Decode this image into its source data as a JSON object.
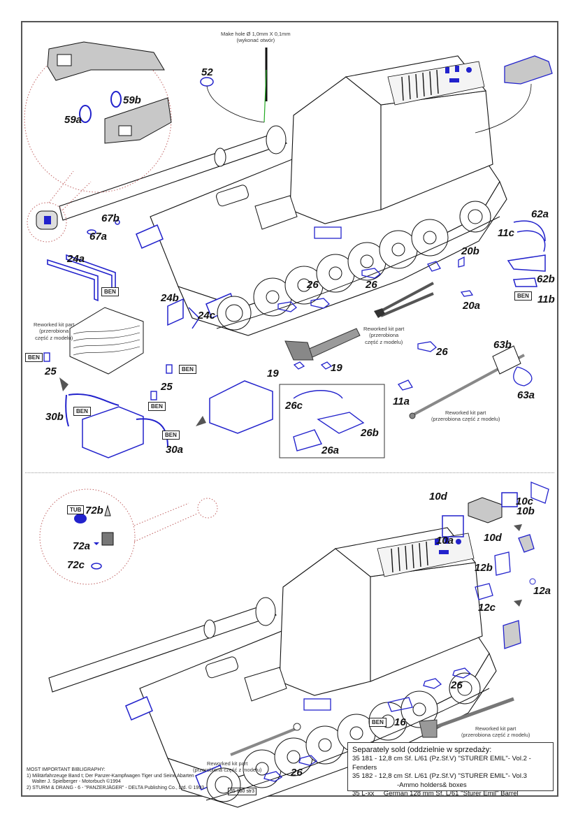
{
  "document": {
    "page_id": "35 180 str3",
    "colors": {
      "part_blue": "#2222cc",
      "outline": "#111111",
      "fill_gray": "#c8c8c8",
      "callout_red": "#c06060",
      "guide_green": "#22aa22"
    }
  },
  "top_section": {
    "hole_note": {
      "line1": "Make hole Ø 1,0mm X 0,1mm",
      "line2": "(wykonać otwór)"
    },
    "part_labels": {
      "p52": "52",
      "p59a": "59a",
      "p59b": "59b",
      "p67a": "67a",
      "p67b": "67b",
      "p24a": "24a",
      "p24b": "24b",
      "p24c": "24c",
      "p25_left": "25",
      "p25_right": "25",
      "p30a": "30a",
      "p30b": "30b",
      "p19_left": "19",
      "p19_right": "19",
      "p26_1": "26",
      "p26_2": "26",
      "p26_3": "26",
      "p26a": "26a",
      "p26b": "26b",
      "p26c": "26c",
      "p20a": "20a",
      "p20b": "20b",
      "p11a": "11a",
      "p11b": "11b",
      "p11c": "11c",
      "p62a": "62a",
      "p62b": "62b",
      "p63a": "63a",
      "p63b": "63b"
    },
    "material_tags": {
      "ben": "BEN"
    },
    "reworked_notes": {
      "box": {
        "line1": "Reworked kit part",
        "line2": "(przerobiona",
        "line3": "część z modelu)"
      },
      "hammer": {
        "line1": "Reworked kit part",
        "line2": "(przerobiona",
        "line3": "część z modelu)"
      },
      "shovel": {
        "line1": "Reworked kit part",
        "line2": "(przerobiona część z modelu)"
      }
    }
  },
  "bottom_section": {
    "part_labels": {
      "p72a": "72a",
      "p72b": "72b",
      "p72c": "72c",
      "p10a": "10a",
      "p10b": "10b",
      "p10c": "10c",
      "p10d_top": "10d",
      "p10d_bottom": "10d",
      "p12a": "12a",
      "p12b": "12b",
      "p12c": "12c",
      "p16": "16",
      "p26_1": "26",
      "p26_2": "26"
    },
    "material_tags": {
      "tub": "TUB",
      "ben": "BEN"
    },
    "reworked_notes": {
      "axe": {
        "line1": "Reworked kit part",
        "line2": "(przerobiona część z modelu)"
      },
      "tow": {
        "line1": "Reworked kit part",
        "line2": "(przerobiona część z modelu)"
      }
    }
  },
  "separately_sold": {
    "heading": "Separately sold (oddzielnie w sprzedaży:",
    "items": [
      "35  181 - 12,8 cm Sf. L/61 (Pz.Sf.V) \"STURER EMIL\"- Vol.2 -Fenders",
      "35  182 - 12,8 cm Sf. L/61 (Pz.Sf.V) \"STURER EMIL\"- Vol.3",
      "                        -Ammo holders& boxes",
      "35 L-xx     German 128 mm Sf. L/61 \"Sturer Emil\" Barrel"
    ]
  },
  "bibliography": {
    "heading": "MOST IMPORTANT BIBLIGRAPHY:",
    "lines": [
      "1) Militärfahrzeuge Band t; Der Panzer-Kampfwagen Tiger und Seine Abarten -",
      "    Walter J. Spielberger - Motorbuch ©1994",
      "2) STURM & DRANG - 6 - \"PANZERJÄGER\" - DELTA Publishing Co., Ltd. © 1993"
    ]
  }
}
